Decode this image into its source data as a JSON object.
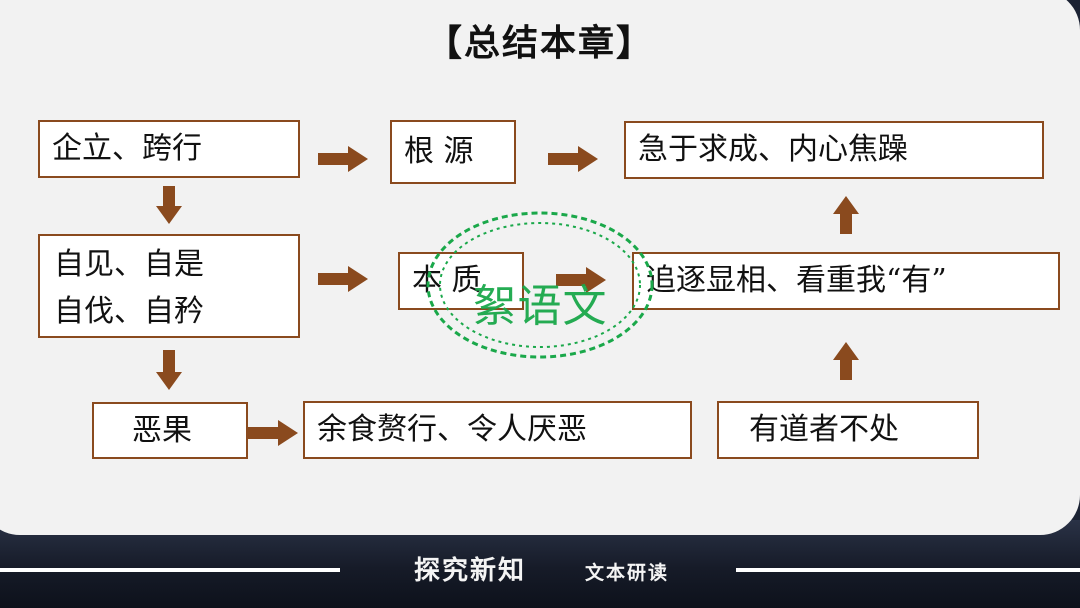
{
  "title": "【总结本章】",
  "boxes": {
    "qi_li": "企立、跨行",
    "gen_yuan": "根 源",
    "ji_yu": "急于求成、内心焦躁",
    "zi_jian_line1": "自见、自是",
    "zi_jian_line2": "自伐、自矜",
    "ben_zhi": "本 质",
    "zhui_zhu": "追逐显相、看重我“有”",
    "e_guo": "恶果",
    "yu_shi": "余食赘行、令人厌恶",
    "you_dao": "有道者不处"
  },
  "watermark": "絮语文",
  "footer": {
    "main": "探究新知",
    "sub": "文本研读"
  },
  "colors": {
    "arrow": "#8a4a1e",
    "box_border": "#8a4a1e",
    "watermark": "#1aa84a"
  }
}
